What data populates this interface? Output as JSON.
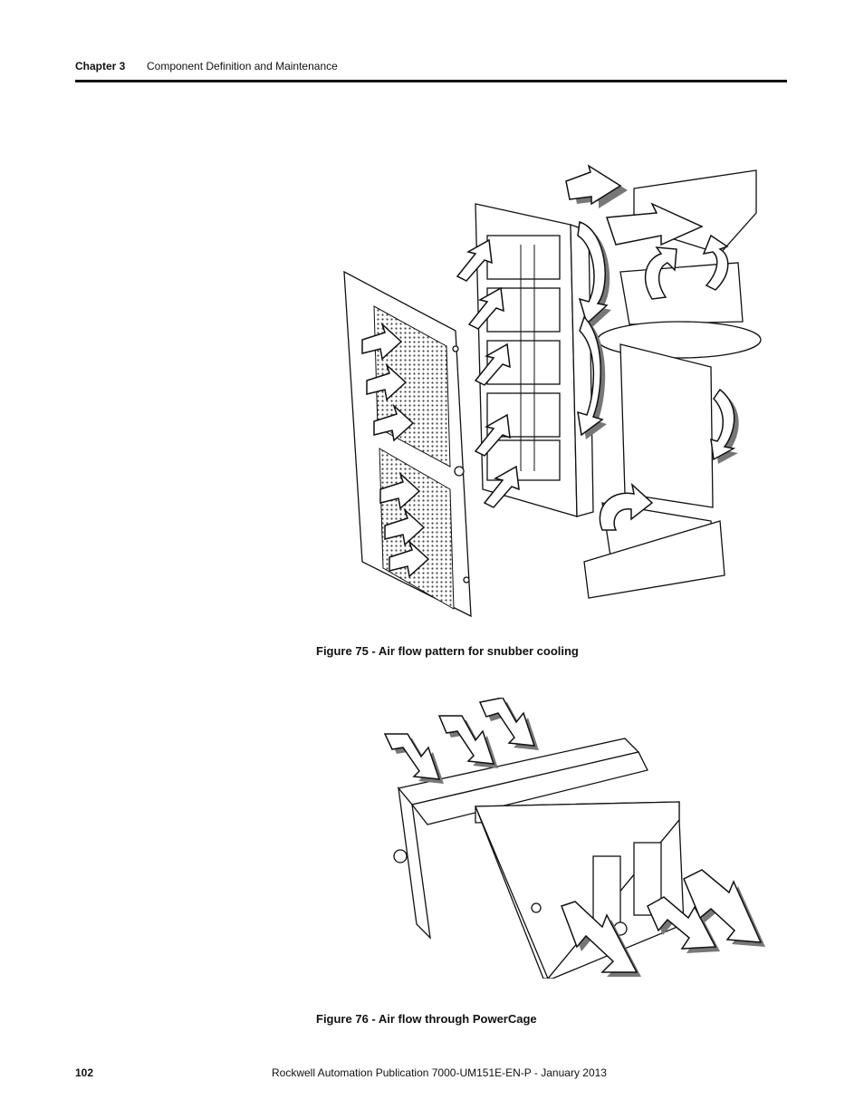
{
  "header": {
    "chapter": "Chapter 3",
    "section_title": "Component Definition and Maintenance"
  },
  "figures": [
    {
      "caption": "Figure 75 - Air flow pattern for snubber cooling"
    },
    {
      "caption": "Figure 76 - Air flow through PowerCage"
    }
  ],
  "footer": {
    "page_number": "102",
    "publication": "Rockwell Automation Publication 7000-UM151E-EN-P - January 2013"
  }
}
